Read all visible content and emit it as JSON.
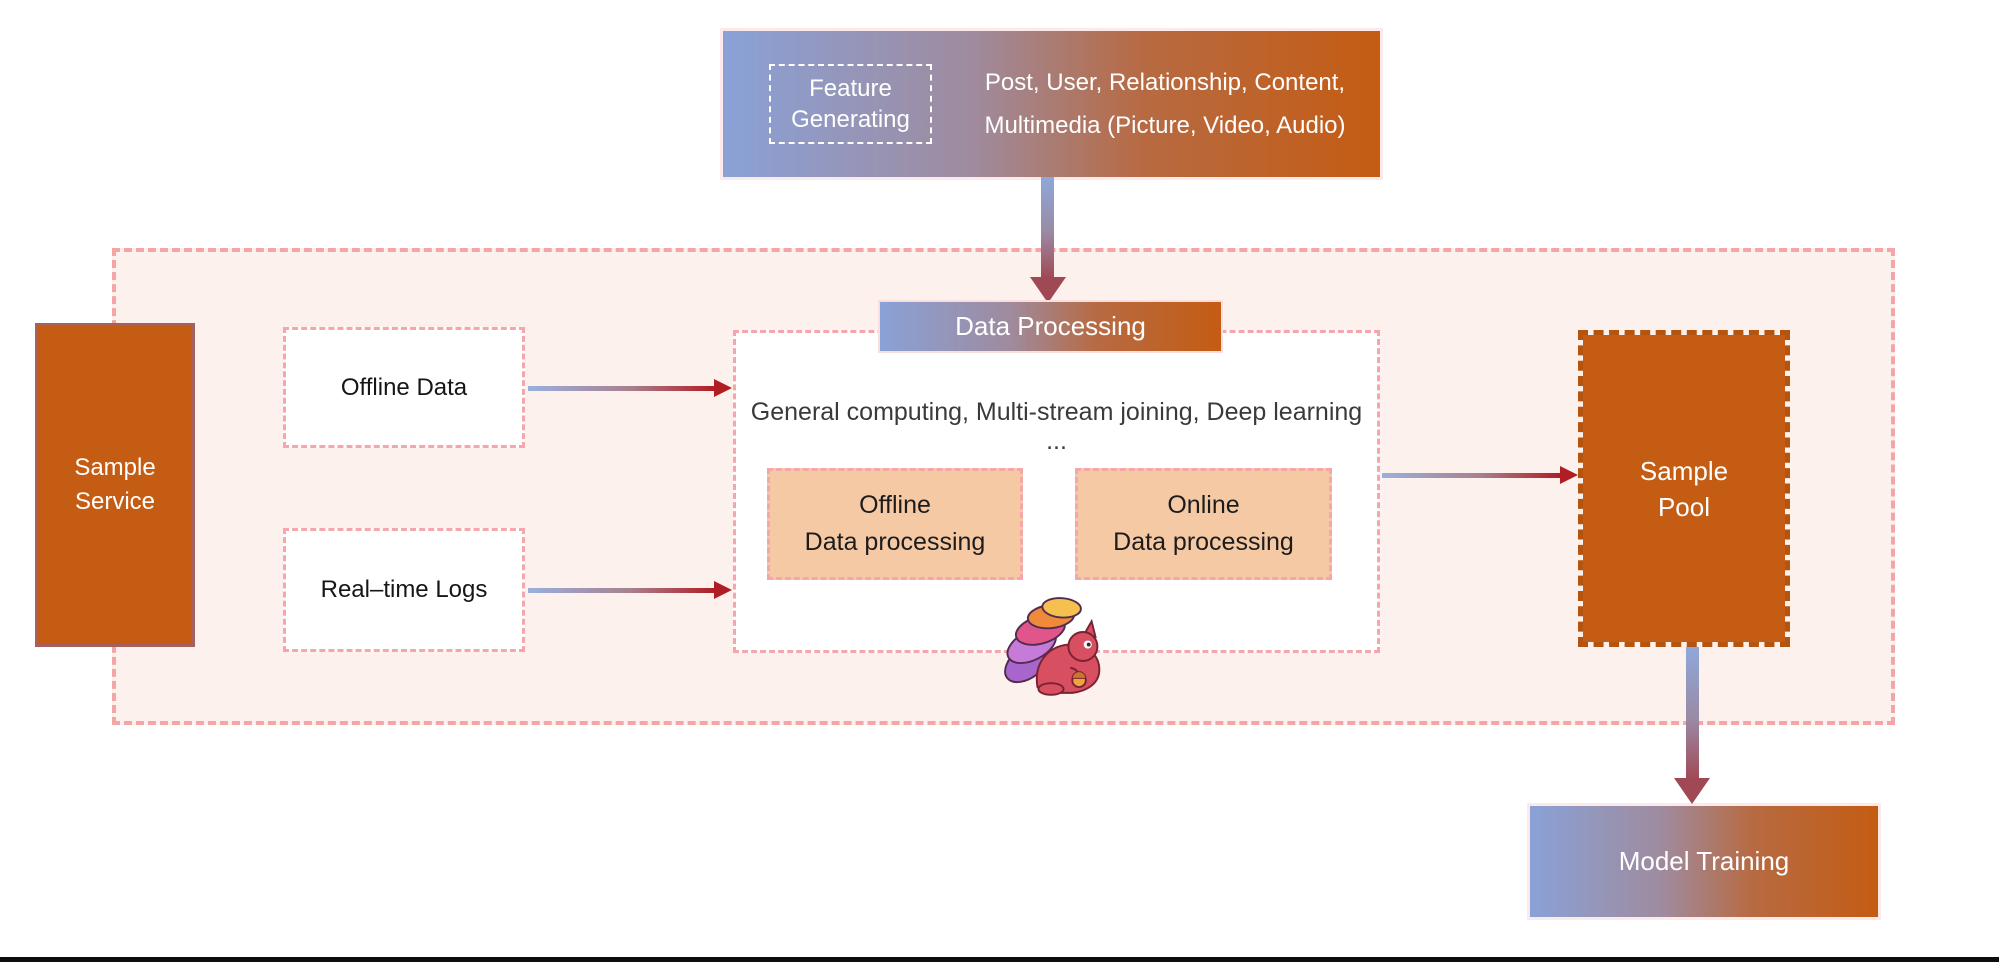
{
  "feature_box": {
    "title_line1": "Feature",
    "title_line2": "Generating",
    "desc_line1": "Post, User, Relationship, Content,",
    "desc_line2": "Multimedia (Picture, Video, Audio)"
  },
  "pipeline": {
    "sample_service_line1": "Sample",
    "sample_service_line2": "Service",
    "offline_data_label": "Offline Data",
    "realtime_logs_label": "Real–time Logs",
    "processing": {
      "header": "Data Processing",
      "description": "General computing, Multi-stream joining, Deep learning ...",
      "offline_line1": "Offline",
      "offline_line2": "Data processing",
      "online_line1": "Online",
      "online_line2": "Data processing",
      "engine_icon": "flink-squirrel-icon"
    },
    "sample_pool_line1": "Sample",
    "sample_pool_line2": "Pool"
  },
  "model_training_label": "Model Training",
  "colors": {
    "gradient_blue": "#8aa1d7",
    "gradient_orange": "#c45c13",
    "solid_orange_box": "#c45c13",
    "container_fill": "#fdf1ee",
    "dashed_pink": "#f4a6a6",
    "peach_fill": "#f6c9a5",
    "arrow_blue": "#9ab0dd",
    "arrow_red": "#b01e24",
    "text_dark": "#3a3a3a",
    "text_white": "#ffffff"
  }
}
